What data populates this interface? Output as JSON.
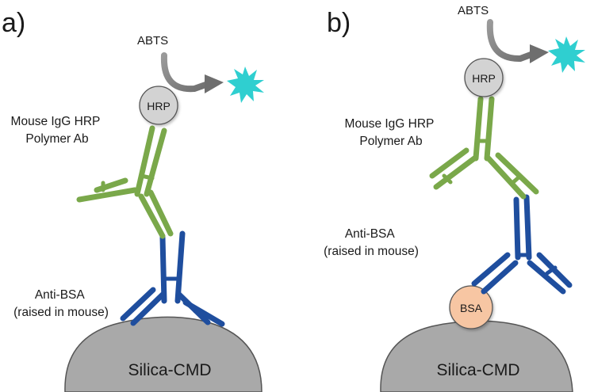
{
  "panels": [
    {
      "panel_label": "a)",
      "substrate_label": "Silica-CMD",
      "hrp_label": "HRP",
      "abts_label": "ABTS",
      "secondary_ab_label": [
        "Mouse IgG HRP",
        "Polymer Ab"
      ],
      "primary_ab_label": [
        "Anti-BSA",
        "(raised in mouse)"
      ]
    },
    {
      "panel_label": "b)",
      "substrate_label": "Silica-CMD",
      "hrp_label": "HRP",
      "abts_label": "ABTS",
      "bsa_label": "BSA",
      "secondary_ab_label": [
        "Mouse IgG HRP",
        "Polymer Ab"
      ],
      "primary_ab_label": [
        "Anti-BSA",
        "(raised in mouse)"
      ]
    }
  ],
  "colors": {
    "secondary_antibody": "#7aa84a",
    "primary_antibody": "#1f4e9e",
    "substrate": "#a7a7a7",
    "hrp": "#d3d3d3",
    "bsa": "#f7c6a3",
    "product_star": "#2fcfd0",
    "arrow": "#7f7f7f"
  }
}
